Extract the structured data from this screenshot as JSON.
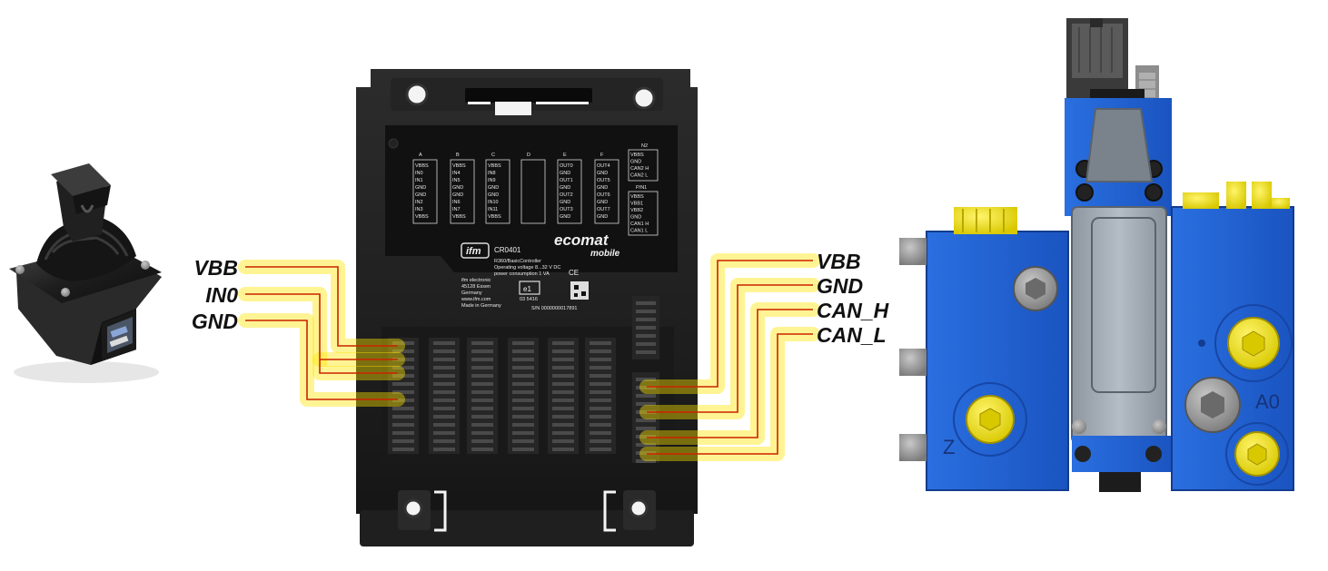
{
  "left_signals": [
    {
      "label": "VBB"
    },
    {
      "label": "IN0"
    },
    {
      "label": "GND"
    }
  ],
  "right_signals": [
    {
      "label": "VBB"
    },
    {
      "label": "GND"
    },
    {
      "label": "CAN_H"
    },
    {
      "label": "CAN_L"
    }
  ],
  "controller": {
    "model": "CR0401",
    "description": "R360/BasicController",
    "operating_voltage": "Operating voltage  8...32 V DC",
    "power_consumption": "power consumption  1 VA",
    "brand": "ecomat",
    "brand_sub": "mobile",
    "ce_mark": "CE",
    "e1_mark": "e1",
    "approval_no": "03 5416",
    "serial": "S/N 0000000017891",
    "address": [
      "ifm electronic",
      "45128 Essen",
      "Germany",
      "www.ifm.com",
      "Made in Germany"
    ],
    "connector_headers": [
      "A",
      "B",
      "C",
      "D",
      "E",
      "F"
    ],
    "connector_columns": [
      [
        "VBBS",
        "IN0",
        "IN1",
        "GND",
        "GND",
        "IN2",
        "IN3",
        "VBBS"
      ],
      [
        "VBBS",
        "IN4",
        "IN5",
        "GND",
        "GND",
        "IN6",
        "IN7",
        "VBBS"
      ],
      [
        "VBBS",
        "IN8",
        "IN9",
        "GND",
        "GND",
        "IN10",
        "IN11",
        "VBBS"
      ],
      [],
      [
        "OUT0",
        "GND",
        "OUT1",
        "GND",
        "OUT2",
        "GND",
        "OUT3",
        "GND"
      ],
      [
        "OUT4",
        "GND",
        "OUT5",
        "GND",
        "OUT6",
        "GND",
        "OUT7",
        "GND"
      ]
    ],
    "n2_header": "N2",
    "n2_rows": [
      "VBBS",
      "GND",
      "CAN2 H",
      "CAN2 L"
    ],
    "pin1_header": "P/N1",
    "pin1_rows": [
      "VBBS",
      "VBB1",
      "VBB2",
      "GND",
      "CAN1 H",
      "CAN1 L"
    ]
  },
  "valve": {
    "label_z": "Z",
    "label_a0": "A0"
  },
  "colors": {
    "wire": "#cc2200",
    "glow": "#ffe400",
    "valve_blue": "#1f5fd0",
    "bolt_yellow": "#f2e300"
  }
}
